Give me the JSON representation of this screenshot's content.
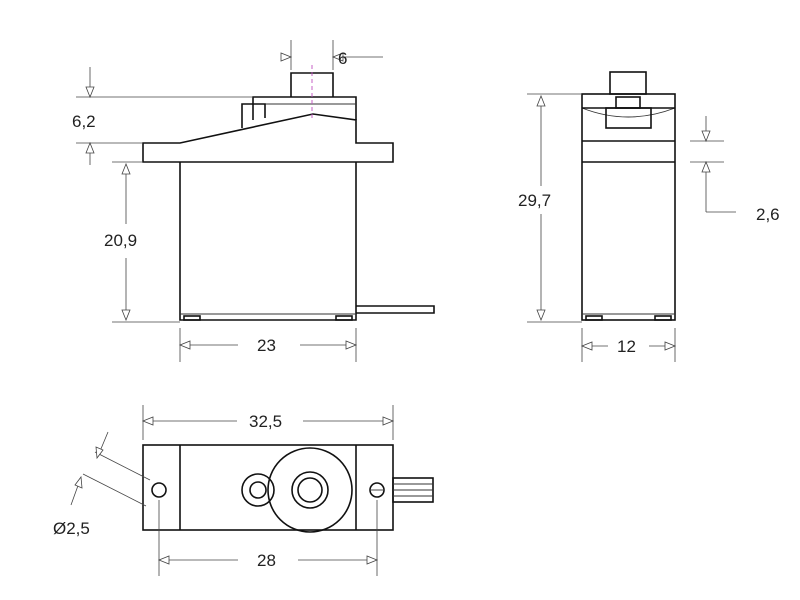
{
  "dimensions": {
    "shaft_diameter": "6",
    "top_height": "6,2",
    "body_height": "20,9",
    "body_width": "23",
    "total_height": "29,7",
    "flange_thickness": "2,6",
    "depth": "12",
    "flange_length": "32,5",
    "hole_spacing": "28",
    "hole_diameter": "Ø2,5"
  },
  "colors": {
    "outline": "#111111",
    "dimension_line": "#444444",
    "centerline": "#c050c0"
  }
}
